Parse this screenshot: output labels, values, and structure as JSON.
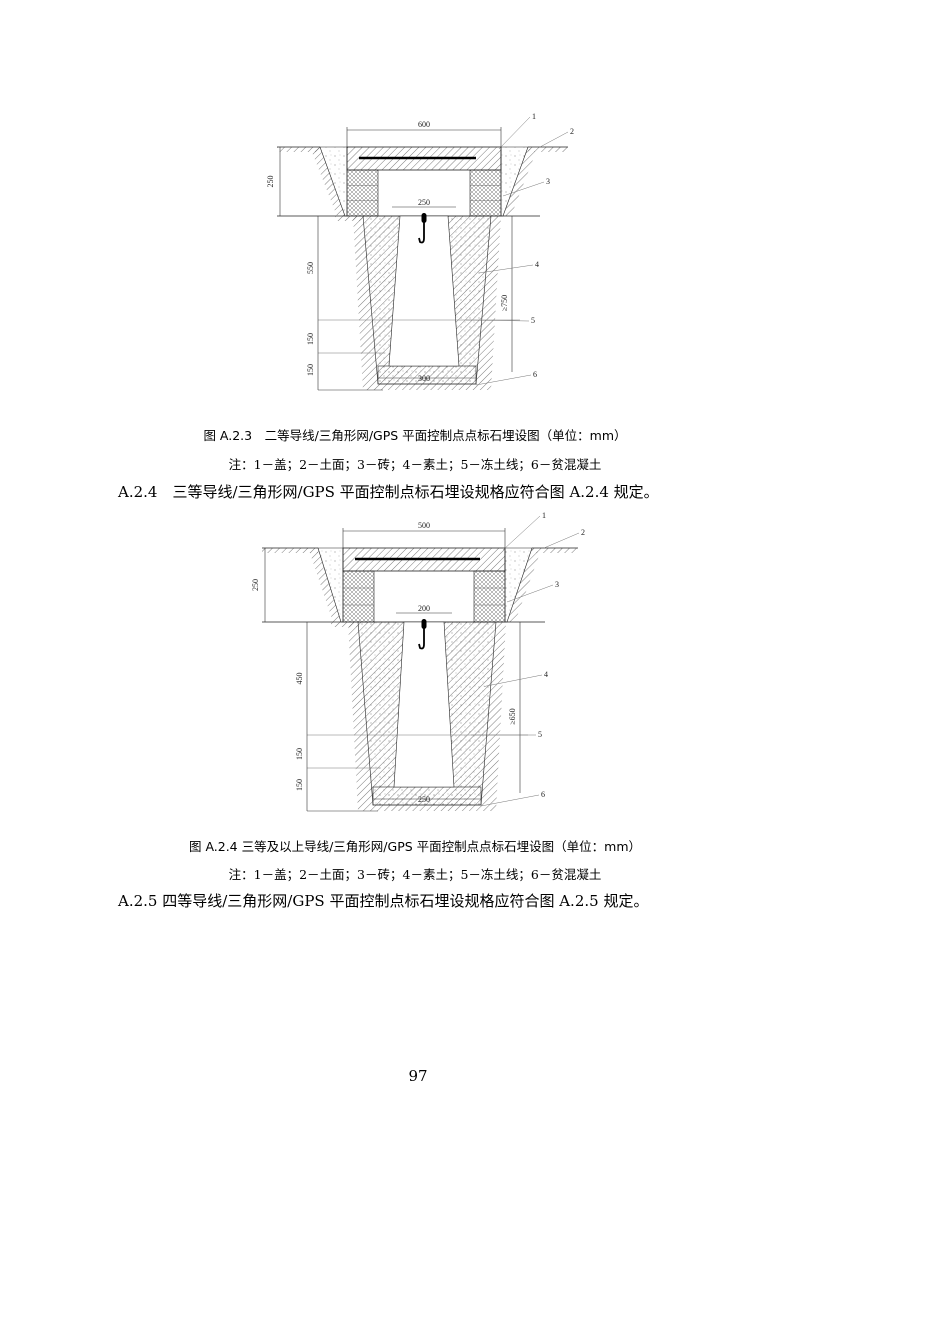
{
  "figures": [
    {
      "caption": "图 A.2.3　二等导线/三角形网/GPS 平面控制点点标石埋设图（单位：mm）",
      "note": "注：1－盖；2－土面；3－砖；4－素土；5－冻土线；6－贫混凝土",
      "dims": {
        "top_width": "600",
        "cover_height": "250",
        "inner_width": "250",
        "upper_depth": "550",
        "frost_depth": "150",
        "base_depth": "150",
        "total_depth": "≥750",
        "bottom_width": "300"
      },
      "callouts": [
        "1",
        "2",
        "3",
        "4",
        "5",
        "6"
      ]
    },
    {
      "caption": "图 A.2.4 三等及以上导线/三角形网/GPS 平面控制点点标石埋设图（单位：mm）",
      "note": "注：1－盖；2－土面；3－砖；4－素土；5－冻土线；6－贫混凝土",
      "dims": {
        "top_width": "500",
        "cover_height": "250",
        "inner_width": "200",
        "upper_depth": "450",
        "frost_depth": "150",
        "base_depth": "150",
        "total_depth": "≥650",
        "bottom_width": "250"
      },
      "callouts": [
        "1",
        "2",
        "3",
        "4",
        "5",
        "6"
      ]
    }
  ],
  "paragraphs": [
    "A.2.4　三等导线/三角形网/GPS 平面控制点标石埋设规格应符合图 A.2.4 规定。",
    "A.2.5  四等导线/三角形网/GPS 平面控制点标石埋设规格应符合图 A.2.5 规定。"
  ],
  "page_number": "97"
}
